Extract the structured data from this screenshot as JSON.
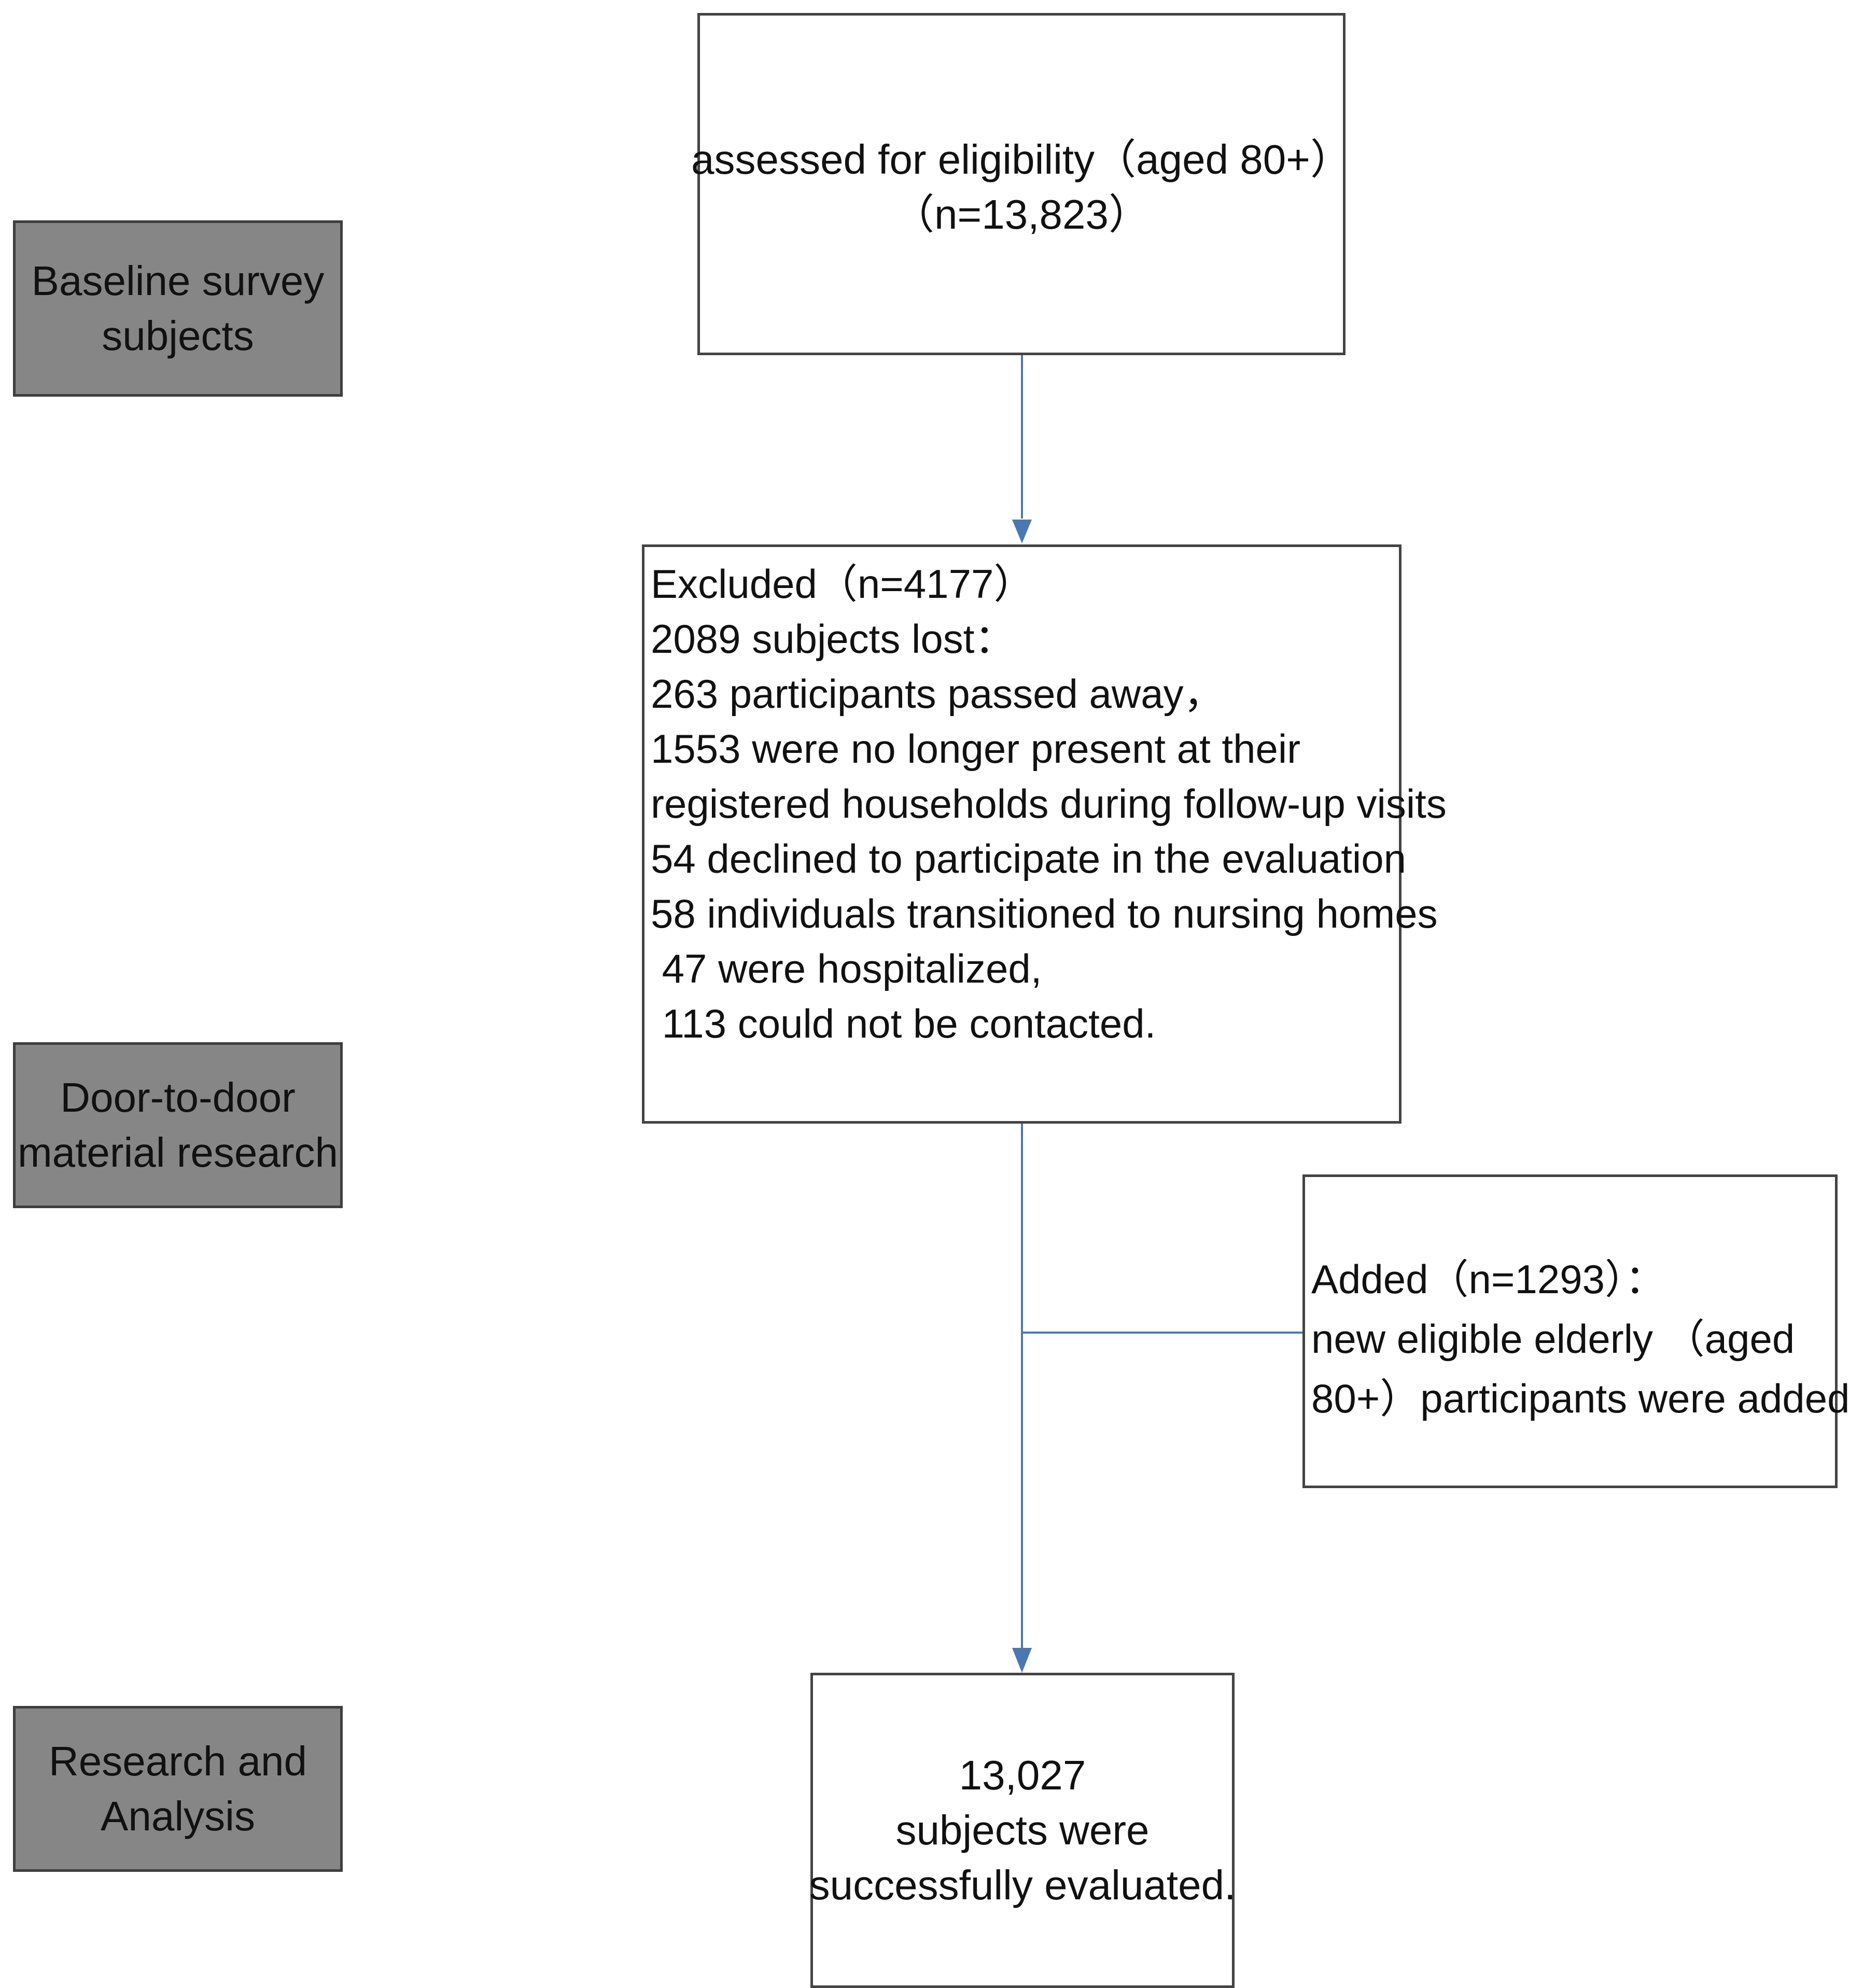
{
  "stages": [
    {
      "lines": [
        "Baseline survey",
        "subjects"
      ]
    },
    {
      "lines": [
        "Door-to-door",
        "material research"
      ]
    },
    {
      "lines": [
        "Research and",
        "Analysis"
      ]
    }
  ],
  "boxes": {
    "assessed": {
      "lines": [
        "assessed for  eligibility（aged 80+）",
        "（n=13,823）"
      ]
    },
    "excluded": {
      "lines": [
        "Excluded（n=4177）",
        "2089 subjects lost：",
        "263 participants passed away，",
        "1553 were no longer present at their",
        "registered households during follow-up visits",
        "54 declined to participate in the evaluation",
        "58 individuals transitioned to nursing homes",
        " 47 were hospitalized,",
        " 113 could not be contacted."
      ]
    },
    "added": {
      "lines": [
        "Added（n=1293）：",
        "new eligible elderly （aged",
        "80+）participants were added"
      ]
    },
    "evaluated": {
      "lines": [
        "13,027",
        "subjects were",
        "successfully evaluated."
      ]
    }
  },
  "colors": {
    "arrow": "#4a78b0",
    "stage_fill": "#868686",
    "stage_border": "#3e3e3e",
    "box_border": "#444444"
  }
}
